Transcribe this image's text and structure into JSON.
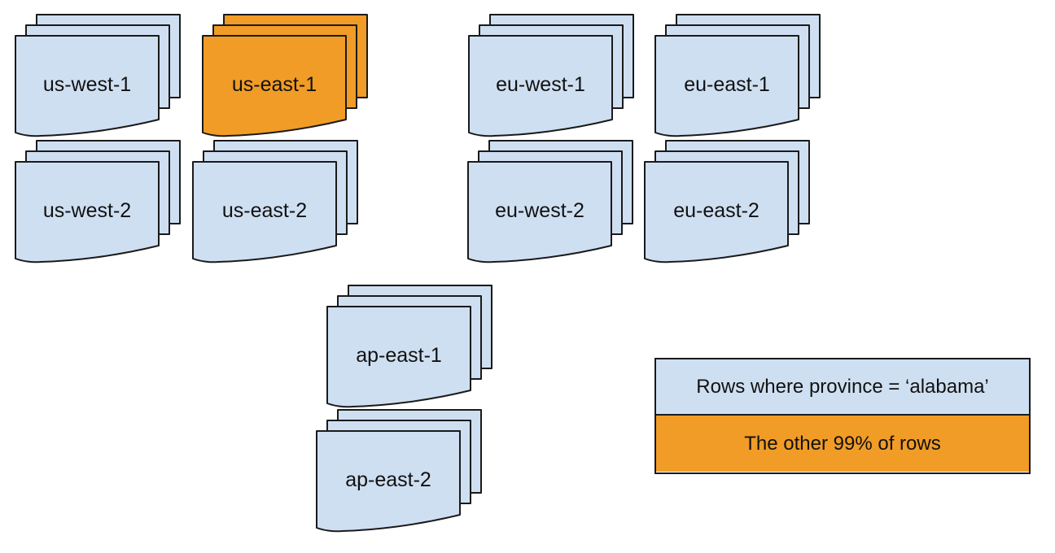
{
  "colors": {
    "background": "#ffffff",
    "default_fill": "#CFDFF2",
    "highlight_fill": "#F09C26",
    "stroke": "#1a1a1a",
    "text": "#111111"
  },
  "stacks": [
    {
      "label": "us-west-1",
      "variant": "default"
    },
    {
      "label": "us-east-1",
      "variant": "highlight"
    },
    {
      "label": "eu-west-1",
      "variant": "default"
    },
    {
      "label": "eu-east-1",
      "variant": "default"
    },
    {
      "label": "us-west-2",
      "variant": "default"
    },
    {
      "label": "us-east-2",
      "variant": "default"
    },
    {
      "label": "eu-west-2",
      "variant": "default"
    },
    {
      "label": "eu-east-2",
      "variant": "default"
    },
    {
      "label": "ap-east-1",
      "variant": "default"
    },
    {
      "label": "ap-east-2",
      "variant": "default"
    }
  ],
  "legend": {
    "items": [
      {
        "label": "Rows where province = ‘alabama’",
        "variant": "default"
      },
      {
        "label": "The other 99% of rows",
        "variant": "highlight"
      }
    ]
  }
}
